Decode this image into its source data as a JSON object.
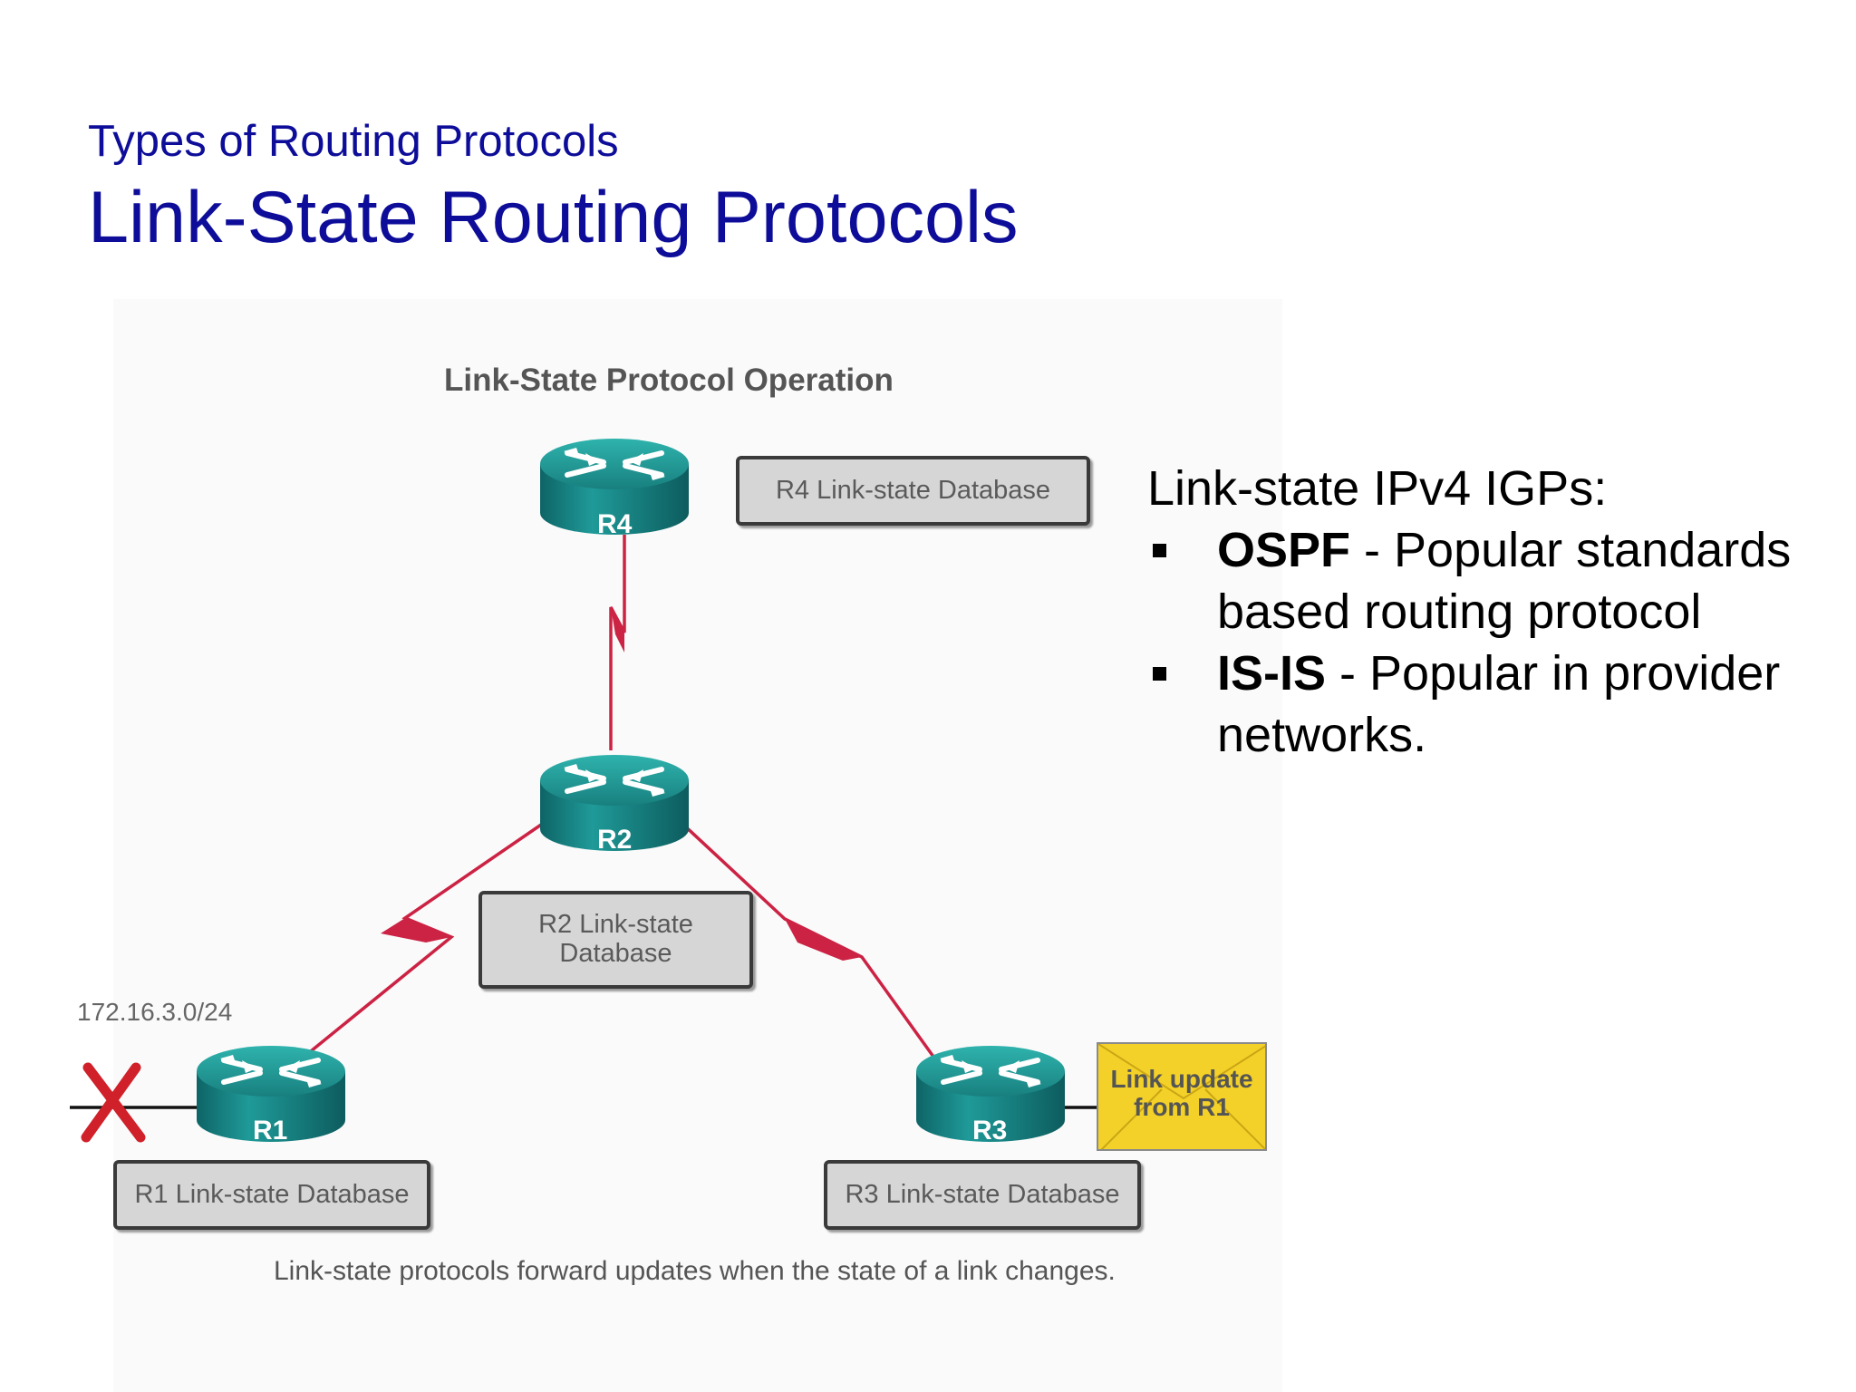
{
  "slide": {
    "subtitle": "Types of Routing Protocols",
    "title": "Link-State Routing Protocols"
  },
  "diagram": {
    "title": "Link-State Protocol Operation",
    "routers": [
      {
        "id": "R4",
        "label": "R4"
      },
      {
        "id": "R2",
        "label": "R2"
      },
      {
        "id": "R1",
        "label": "R1"
      },
      {
        "id": "R3",
        "label": "R3"
      }
    ],
    "databases": {
      "r4": "R4 Link-state Database",
      "r2_line1": "R2 Link-state",
      "r2_line2": "Database",
      "r1": "R1 Link-state Database",
      "r3": "R3 Link-state Database"
    },
    "network_label": "172.16.3.0/24",
    "link_update": {
      "line1": "Link update",
      "line2": "from R1"
    },
    "caption": "Link-state protocols forward updates when the state of a link changes.",
    "colors": {
      "router": "#1a8a8a",
      "serial_link": "#cc2244",
      "failure_mark": "#d0202a",
      "envelope": "#f4d128",
      "title_text": "#0d0d99"
    }
  },
  "bullets": {
    "heading": "Link-state IPv4 IGPs:",
    "items": [
      {
        "term": "OSPF",
        "description": " - Popular standards based routing protocol"
      },
      {
        "term": "IS-IS",
        "description": " - Popular in provider networks."
      }
    ]
  }
}
